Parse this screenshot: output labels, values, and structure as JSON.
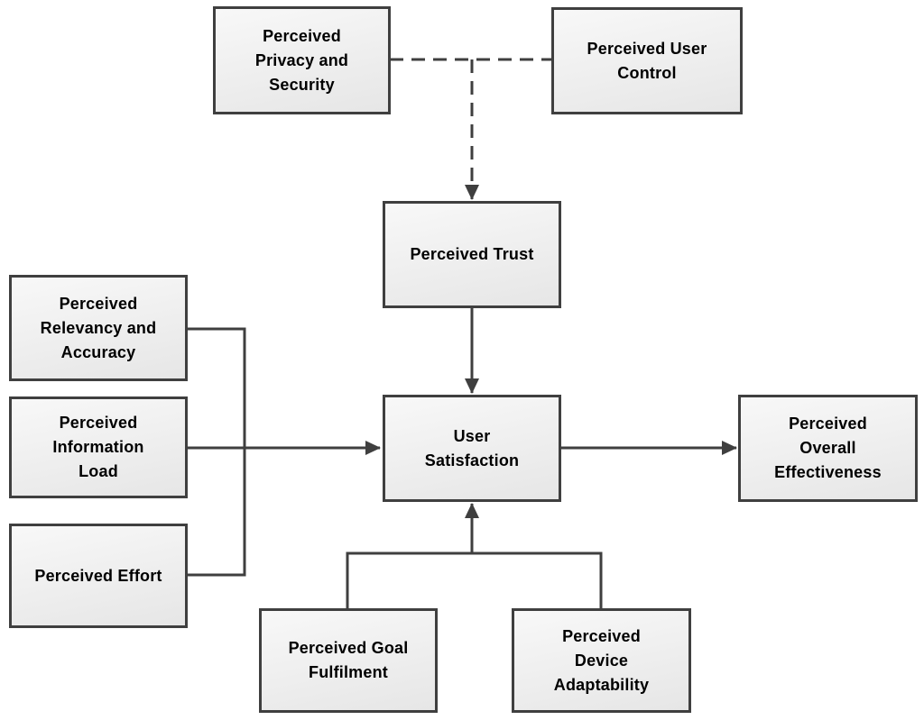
{
  "diagram": {
    "type": "flowchart",
    "colors": {
      "line_color": "#3f3f3f",
      "node_border": "#3f3f3f",
      "node_fill_top": "#f8f8f8",
      "node_fill_bottom": "#e6e6e6",
      "text_color": "#000000",
      "bg_color": "#ffffff"
    },
    "nodes": {
      "privacy": {
        "label": "Perceived Privacy and Security",
        "lines": [
          "Perceived",
          "Privacy and",
          "Security"
        ]
      },
      "user_control": {
        "label": "Perceived User Control",
        "lines": [
          "Perceived User",
          "Control"
        ]
      },
      "trust": {
        "label": "Perceived Trust",
        "lines": [
          "Perceived Trust"
        ]
      },
      "satisfaction": {
        "label": "User Satisfaction",
        "lines": [
          "User",
          "Satisfaction"
        ]
      },
      "effectiveness": {
        "label": "Perceived Overall Effectiveness",
        "lines": [
          "Perceived",
          "Overall",
          "Effectiveness"
        ]
      },
      "relevancy": {
        "label": "Perceived Relevancy and Accuracy",
        "lines": [
          "Perceived",
          "Relevancy and",
          "Accuracy"
        ]
      },
      "info_load": {
        "label": "Perceived Information Load",
        "lines": [
          "Perceived",
          "Information",
          "Load"
        ]
      },
      "effort": {
        "label": "Perceived Effort",
        "lines": [
          "Perceived Effort"
        ]
      },
      "goal": {
        "label": "Perceived Goal Fulfilment",
        "lines": [
          "Perceived Goal",
          "Fulfilment"
        ]
      },
      "device": {
        "label": "Perceived Device Adaptability",
        "lines": [
          "Perceived",
          "Device",
          "Adaptability"
        ]
      }
    },
    "edges": [
      {
        "from": "privacy",
        "to": "trust",
        "style": "dashed",
        "arrow": true
      },
      {
        "from": "user_control",
        "to": "trust",
        "style": "dashed",
        "arrow": true
      },
      {
        "from": "trust",
        "to": "satisfaction",
        "style": "solid",
        "arrow": true
      },
      {
        "from": "relevancy",
        "to": "satisfaction",
        "style": "solid",
        "arrow": true
      },
      {
        "from": "info_load",
        "to": "satisfaction",
        "style": "solid",
        "arrow": true
      },
      {
        "from": "effort",
        "to": "satisfaction",
        "style": "solid",
        "arrow": true
      },
      {
        "from": "goal",
        "to": "satisfaction",
        "style": "solid",
        "arrow": true
      },
      {
        "from": "device",
        "to": "satisfaction",
        "style": "solid",
        "arrow": true
      },
      {
        "from": "satisfaction",
        "to": "effectiveness",
        "style": "solid",
        "arrow": true
      }
    ]
  }
}
